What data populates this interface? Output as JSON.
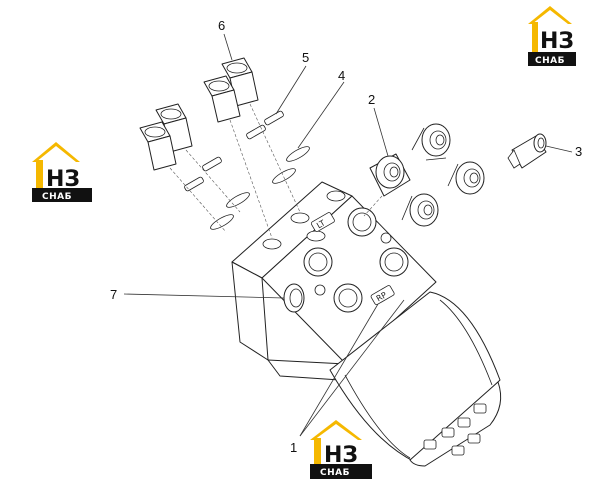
{
  "callouts": {
    "c1": "1",
    "c2": "2",
    "c3": "3",
    "c4": "4",
    "c5": "5",
    "c6": "6",
    "c7": "7"
  },
  "port_labels": {
    "lt": "LT",
    "rp": "RP"
  },
  "logo": {
    "main_text": "НЗ",
    "sub_text": "СНАБ",
    "accent_color": "#f5b800",
    "dark_color": "#111111"
  }
}
